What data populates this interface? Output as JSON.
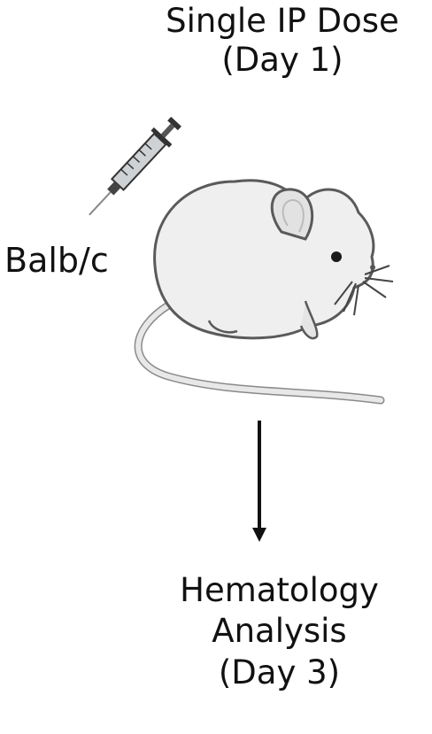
{
  "top_label": {
    "line1": "Single IP Dose",
    "line2": "(Day 1)"
  },
  "strain_label": "Balb/c",
  "bottom_label": {
    "line1": "Hematology",
    "line2": "Analysis",
    "line3": "(Day 3)"
  },
  "icons": {
    "syringe": "syringe-icon",
    "mouse": "mouse-illustration",
    "arrow": "down-arrow"
  }
}
